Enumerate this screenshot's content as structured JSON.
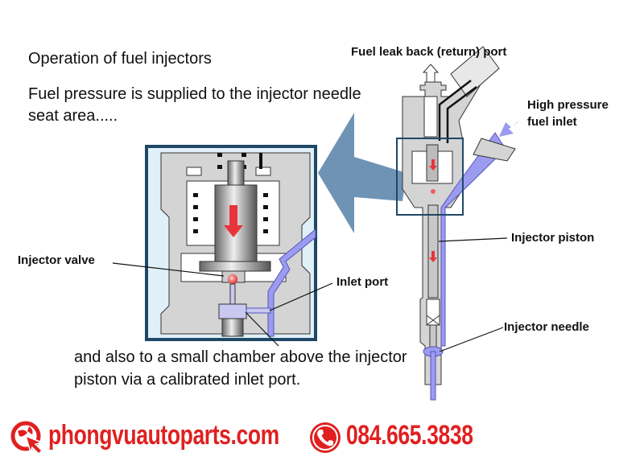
{
  "heading": {
    "title": "Operation of fuel injectors",
    "intro": "Fuel pressure is supplied to the injector needle seat area.....",
    "outro": "and also to a small chamber above the injector piston via a calibrated inlet port."
  },
  "labels": {
    "return_port": "Fuel leak back (return) port",
    "high_pressure_line1": "High pressure",
    "high_pressure_line2": "fuel inlet",
    "injector_piston": "Injector piston",
    "injector_needle": "Injector needle",
    "injector_valve": "Injector valve",
    "inlet_port": "Inlet port"
  },
  "footer": {
    "website": "phongvuautoparts.com",
    "phone": "084.665.3838"
  },
  "colors": {
    "brand_red": "#e02020",
    "body_gray": "#d4d4d4",
    "fuel_blue": "#9b9bf0",
    "frame_navy": "#1f4766",
    "zoom_arrow": "#6f93b5",
    "flow_arrow_red": "#e8343a"
  },
  "icons": {
    "website_icon": "globe-cursor-icon",
    "phone_icon": "phone-icon"
  }
}
